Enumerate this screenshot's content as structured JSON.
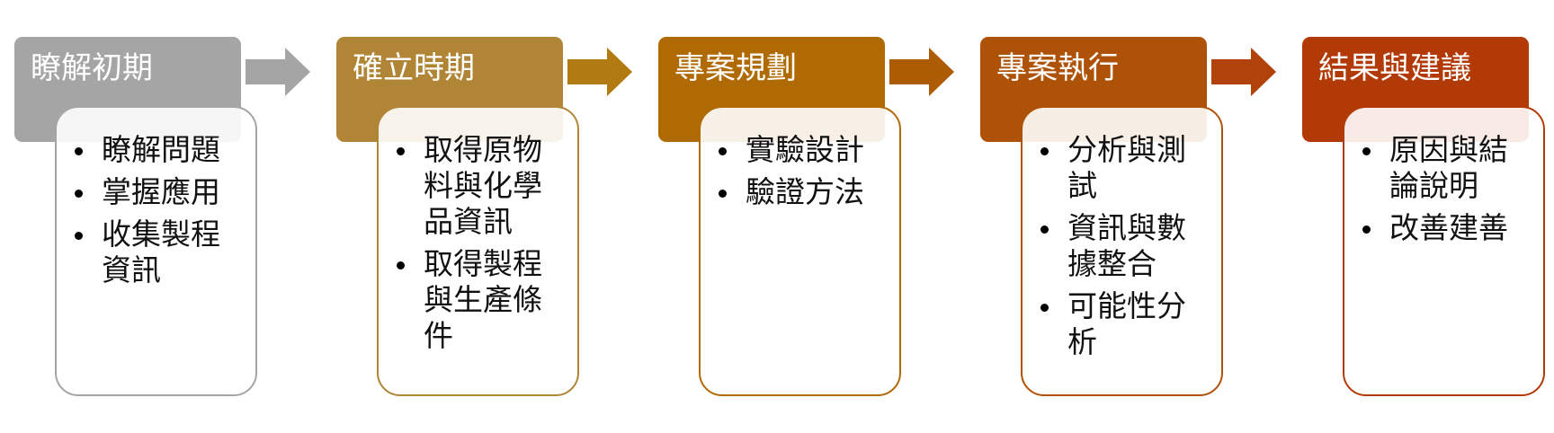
{
  "steps": [
    {
      "title": "瞭解初期",
      "color": "#a5a5a5",
      "arrow": "#a5a5a5",
      "items": [
        "瞭解問題",
        "掌握應用",
        "收集製程資訊"
      ]
    },
    {
      "title": "確立時期",
      "color": "#b08636",
      "arrow": "#b27b12",
      "items": [
        "取得原物料與化學品資訊",
        "取得製程與生產條件"
      ]
    },
    {
      "title": "專案規劃",
      "color": "#b06a04",
      "arrow": "#ae5c04",
      "items": [
        "實驗設計",
        "驗證方法"
      ]
    },
    {
      "title": "專案執行",
      "color": "#ae5208",
      "arrow": "#b0420a",
      "items": [
        "分析與測試",
        "資訊與數據整合",
        "可能性分析"
      ]
    },
    {
      "title": "結果與建議",
      "color": "#b23a06",
      "arrow": null,
      "items": [
        "原因與結論說明",
        "改善建善"
      ]
    }
  ]
}
